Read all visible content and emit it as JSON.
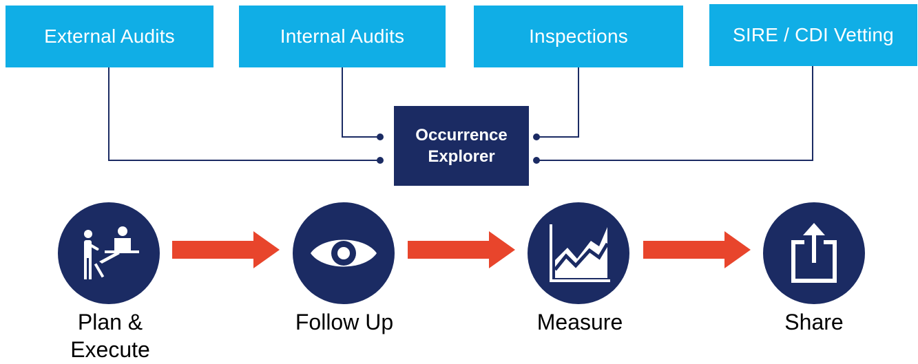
{
  "sources": [
    {
      "label": "External Audits"
    },
    {
      "label": "Internal Audits"
    },
    {
      "label": "Inspections"
    },
    {
      "label": "SIRE / CDI Vetting"
    }
  ],
  "hub": {
    "line1": "Occurrence",
    "line2": "Explorer"
  },
  "steps": [
    {
      "label_line1": "Plan &",
      "label_line2": "Execute",
      "icon": "people-consultation-icon"
    },
    {
      "label_line1": "Follow Up",
      "label_line2": "",
      "icon": "eye-icon"
    },
    {
      "label_line1": "Measure",
      "label_line2": "",
      "icon": "line-chart-icon"
    },
    {
      "label_line1": "Share",
      "label_line2": "",
      "icon": "share-export-icon"
    }
  ],
  "colors": {
    "source_box": "#10aee6",
    "hub": "#1b2b63",
    "circle": "#1b2b63",
    "arrow": "#e8452c",
    "connector": "#1b2b63"
  }
}
